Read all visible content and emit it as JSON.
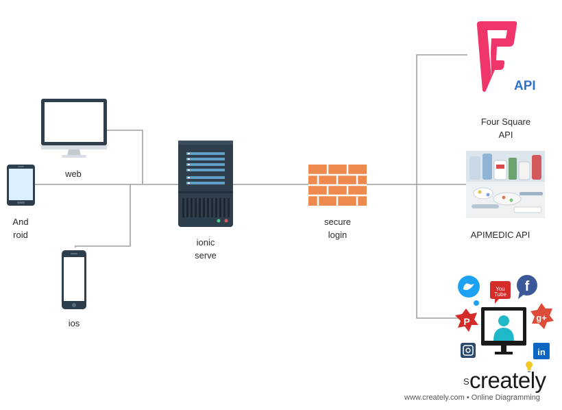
{
  "nodes": {
    "web": {
      "label": "web"
    },
    "android": {
      "label": "And\nroid"
    },
    "ios": {
      "label": "ios"
    },
    "server": {
      "label": "ionic\nserve"
    },
    "firewall": {
      "label": "secure\nlogin"
    },
    "foursquare": {
      "label": "Four Square\nAPI",
      "logo_text": "API"
    },
    "apimedic": {
      "label": "APIMEDIC API"
    },
    "social": {
      "label": "S"
    }
  },
  "branding": {
    "logo": "creately",
    "footer": "www.creately.com • Online Diagramming"
  },
  "colors": {
    "connector": "#9e9e9e",
    "brick": "#ef8a4f",
    "server_body": "#2f3e4c",
    "foursquare": "#f0356b",
    "api_blue": "#2d74c9"
  }
}
